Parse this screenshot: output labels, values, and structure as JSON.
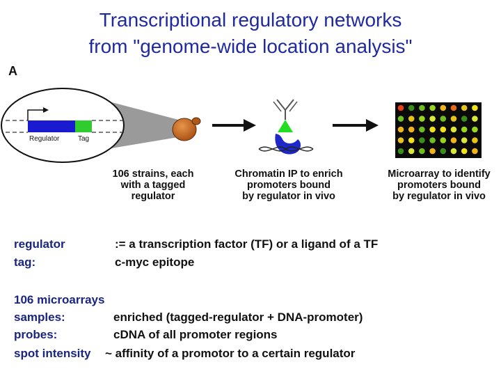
{
  "title": {
    "line1": "Transcriptional regulatory networks",
    "line2": "from \"genome-wide location analysis\""
  },
  "panel_label": "A",
  "gene": {
    "regulator_label": "Regulator",
    "tag_label": "Tag"
  },
  "captions": {
    "strains": "106 strains, each\nwith a tagged\nregulator",
    "chip": "Chromatin IP to enrich\npromoters bound\nby regulator in vivo",
    "microarray": "Microarray to identify\npromoters bound\nby regulator in vivo"
  },
  "definitions": {
    "regulator_term": "regulator",
    "regulator_def": ":= a transcription factor (TF) or a ligand of a TF",
    "tag_term": "tag:",
    "tag_def": "c-myc epitope"
  },
  "details": {
    "count": "106 microarrays",
    "samples_term": "samples:",
    "samples_def": "enriched (tagged-regulator + DNA-promoter)",
    "probes_term": "probes:",
    "probes_def": "cDNA of all promoter regions",
    "spot_term": "spot intensity",
    "spot_def": "~ affinity of a promotor to a certain regulator"
  },
  "colors": {
    "title": "#1f2aa0",
    "regulator_bar": "#1a1ad0",
    "tag_bar": "#2ecc2e",
    "cell": "#c8641e",
    "antibody": "#1e28c8",
    "epitope": "#22dd22"
  }
}
